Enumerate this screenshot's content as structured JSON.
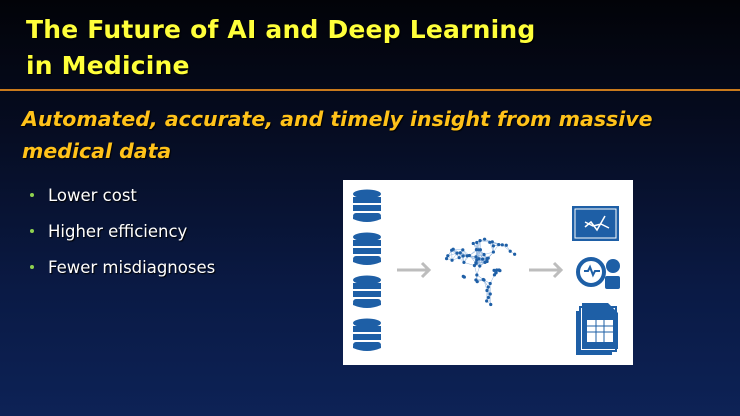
{
  "slide": {
    "title_line1": "The Future of AI and Deep Learning",
    "title_line2": "in Medicine",
    "subtitle_line1": "Automated, accurate, and timely insight from massive",
    "subtitle_line2": "medical data",
    "bullets": [
      "Lower cost",
      "Higher efficiency",
      "Fewer misdiagnoses"
    ]
  },
  "colors": {
    "title": "#ffff3a",
    "subtitle": "#ffc21a",
    "rule": "#c97a1c",
    "icon_blue": "#1e5fa6",
    "arrow": "#bdbdbd",
    "bullet": "#8fd14f"
  },
  "figure": {
    "icons": [
      "database-icon",
      "brain-network-icon",
      "chart-monitor-icon",
      "health-doctor-icon",
      "spreadsheet-documents-icon"
    ]
  }
}
